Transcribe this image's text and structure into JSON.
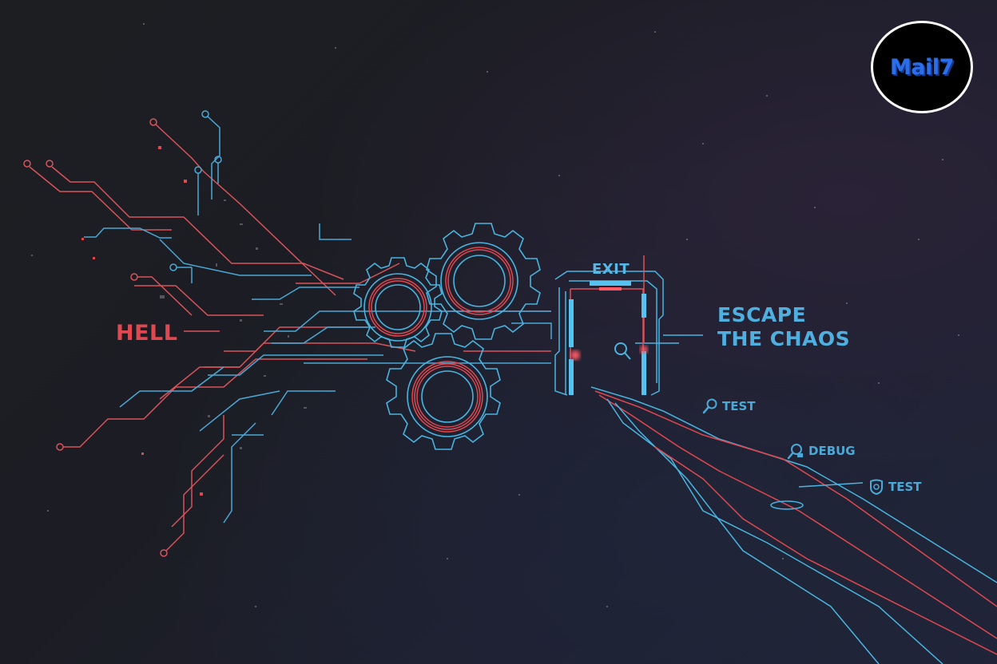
{
  "logo": {
    "text": "Mail7",
    "text_color": "#2e6de8",
    "ring_color": "#ffffff",
    "bg": "#000000"
  },
  "labels": {
    "hell": "HELL",
    "exit": "EXIT",
    "escape_line1": "ESCAPE",
    "escape_line2": "THE CHAOS"
  },
  "tags": [
    {
      "icon": "magnifier-icon",
      "label": "TEST"
    },
    {
      "icon": "debug-magnifier-icon",
      "label": "DEBUG"
    },
    {
      "icon": "shield-badge-icon",
      "label": "TEST"
    }
  ],
  "colors": {
    "red": "#e0484f",
    "blue": "#4fb0e0",
    "background": "#1d1e24"
  }
}
